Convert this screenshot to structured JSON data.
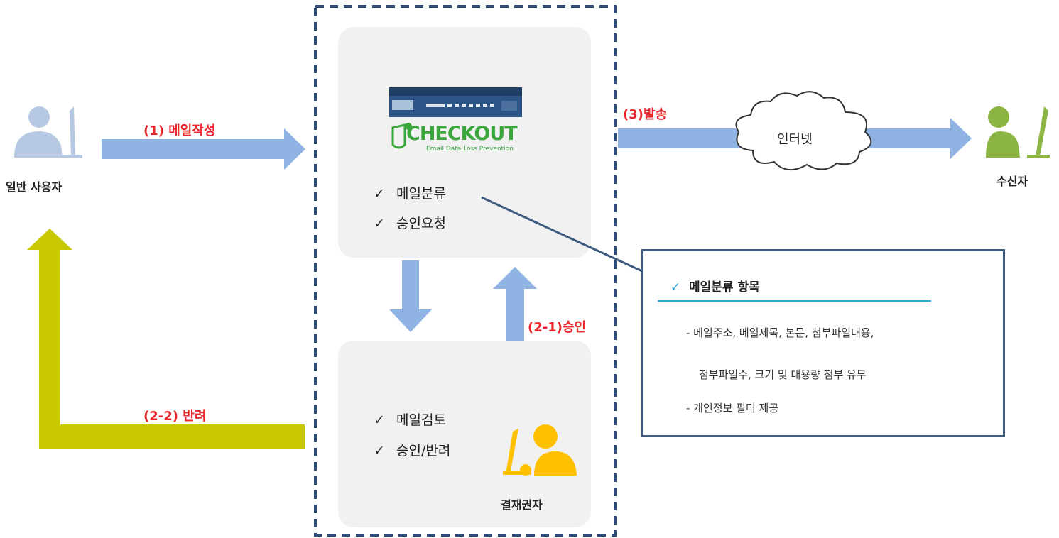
{
  "actors": {
    "sender_label": "일반 사용자",
    "receiver_label": "수신자",
    "approver_label": "결재권자"
  },
  "steps": {
    "compose": "(1) 메일작성",
    "send": "(3)발송",
    "approve": "(2-1)승인",
    "reject": "(2-2) 반려"
  },
  "internet_label": "인터넷",
  "product": {
    "logo_text": "CHECKOUT",
    "logo_tagline": "Email Data Loss Prevention"
  },
  "system_tasks": [
    "메일분류",
    "승인요청"
  ],
  "approver_tasks": [
    "메일검토",
    "승인/반려"
  ],
  "classification": {
    "title": "메일분류 항목",
    "lines": [
      "- 메일주소, 메일제목, 본문, 첨부파일내용,",
      "첨부파일수, 크기 및 대용량 첨부 유무",
      "- 개인정보 필터 제공"
    ]
  },
  "colors": {
    "arrow_blue": "#8fb4e3",
    "arrow_olive": "#c8c800",
    "step_red": "#e8262b",
    "frame_navy": "#2e4c7a",
    "sender_icon": "#b7c9e2",
    "receiver_icon": "#8db543",
    "approver_icon": "#ffc000",
    "accent_cyan": "#29a8dc"
  },
  "icons": [
    "user-at-computer-icon",
    "cloud-icon",
    "server-appliance-icon",
    "checkmark-icon"
  ]
}
